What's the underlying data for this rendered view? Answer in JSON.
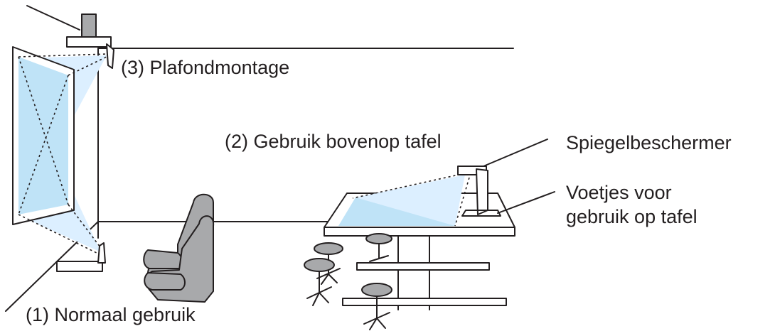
{
  "labels": {
    "ceiling_mount": "(3) Plafondmontage",
    "table_top": "(2) Gebruik bovenop tafel",
    "normal_use": "(1) Normaal gebruik",
    "mirror_protector": "Spiegelbeschermer",
    "feet_line1": "Voetjes voor",
    "feet_line2": "gebruik op tafel"
  },
  "colors": {
    "outline": "#231f20",
    "screen_fill": "#bfe3f7",
    "projection_light": "#dcefff",
    "chair_fill": "#a8a9ab",
    "projector_fill": "#ffffff",
    "mount_fill": "#a8a9ab"
  }
}
